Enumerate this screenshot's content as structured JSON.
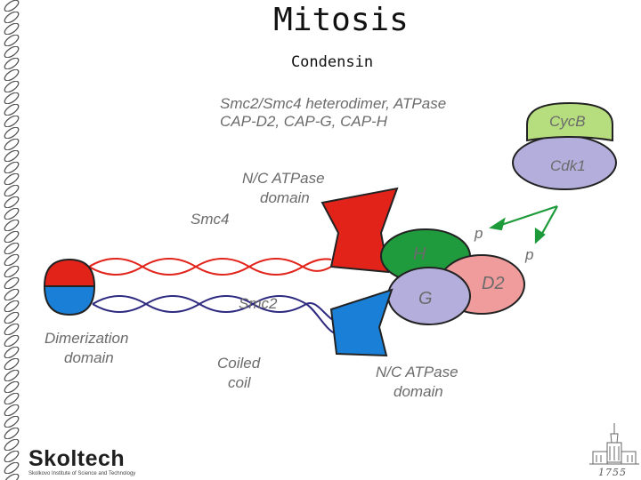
{
  "slide": {
    "title": "Mitosis",
    "subtitle": "Condensin"
  },
  "diagram": {
    "header_line1": "Smc2/Smc4 heterodimer, ATPase",
    "header_line2": "CAP-D2, CAP-G, CAP-H",
    "cycb_label": "CycB",
    "cdk1_label": "Cdk1",
    "p_label_1": "p",
    "p_label_2": "p",
    "nc_atpase_top_line1": "N/C ATPase",
    "nc_atpase_top_line2": "domain",
    "smc4_label": "Smc4",
    "smc2_label": "Smc2",
    "h_label": "H",
    "g_label": "G",
    "d2_label": "D2",
    "dimerization_line1": "Dimerization",
    "dimerization_line2": "domain",
    "coiled_line1": "Coiled",
    "coiled_line2": "coil",
    "nc_atpase_bottom_line1": "N/C ATPase",
    "nc_atpase_bottom_line2": "domain",
    "colors": {
      "smc4_red": "#e2231a",
      "smc2_blue": "#1a7fd6",
      "smc2_coil": "#2e2a80",
      "cap_h_green": "#1f9a3c",
      "cap_g_lavender": "#b3aedb",
      "cap_d2_pink": "#f19c9c",
      "cycb_green": "#b6dd7e",
      "cdk1_lavender": "#b3aedb",
      "arrow_green": "#1d9a3a"
    }
  },
  "footer": {
    "logo_text": "Skoltech",
    "logo_subtitle": "Skolkovo Institute of Science and Technology",
    "crest_year": "1755"
  }
}
